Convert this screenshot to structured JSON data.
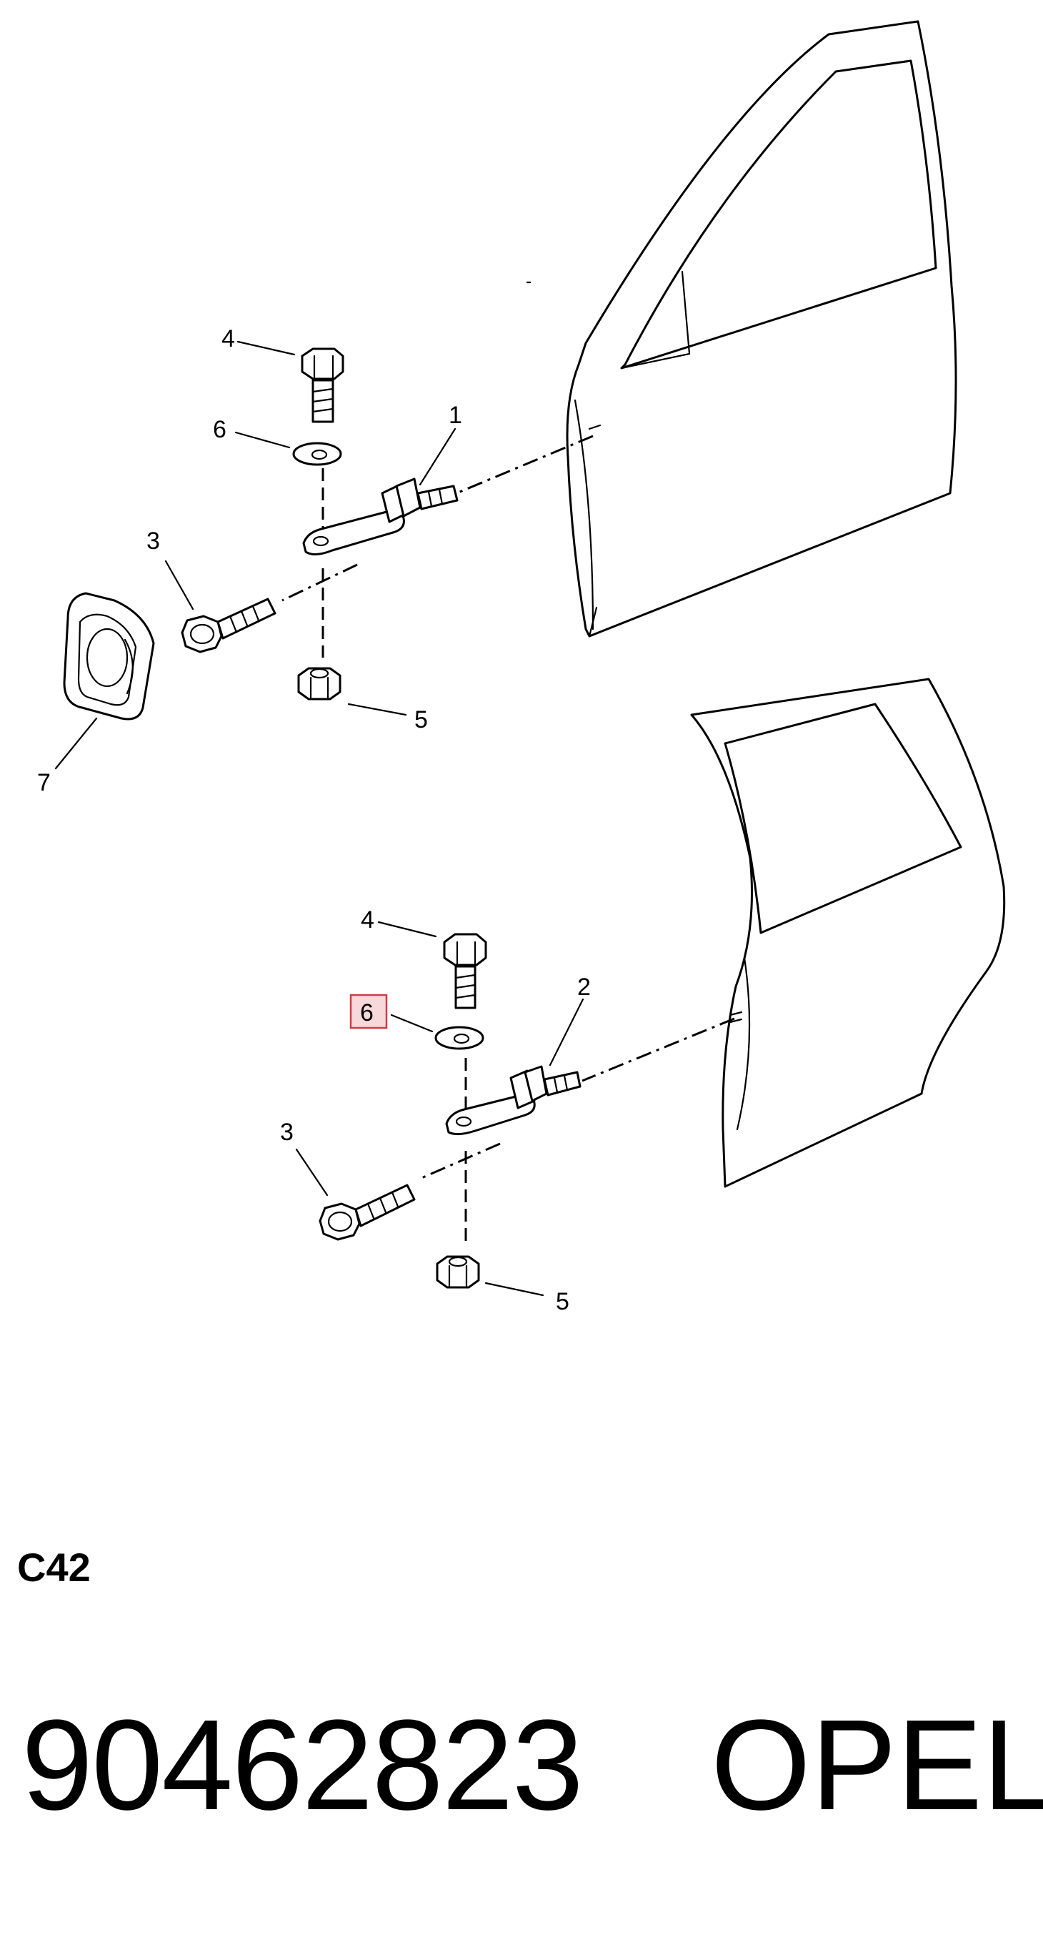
{
  "callouts": {
    "front": {
      "c1": "1",
      "c3": "3",
      "c4": "4",
      "c5": "5",
      "c6": "6",
      "c7": "7"
    },
    "rear": {
      "c2": "2",
      "c3": "3",
      "c4": "4",
      "c5": "5",
      "c6": "6"
    }
  },
  "footer": {
    "code": "C42",
    "part_number": "90462823",
    "brand": "OPEL"
  },
  "highlight_color": "#d23a48"
}
